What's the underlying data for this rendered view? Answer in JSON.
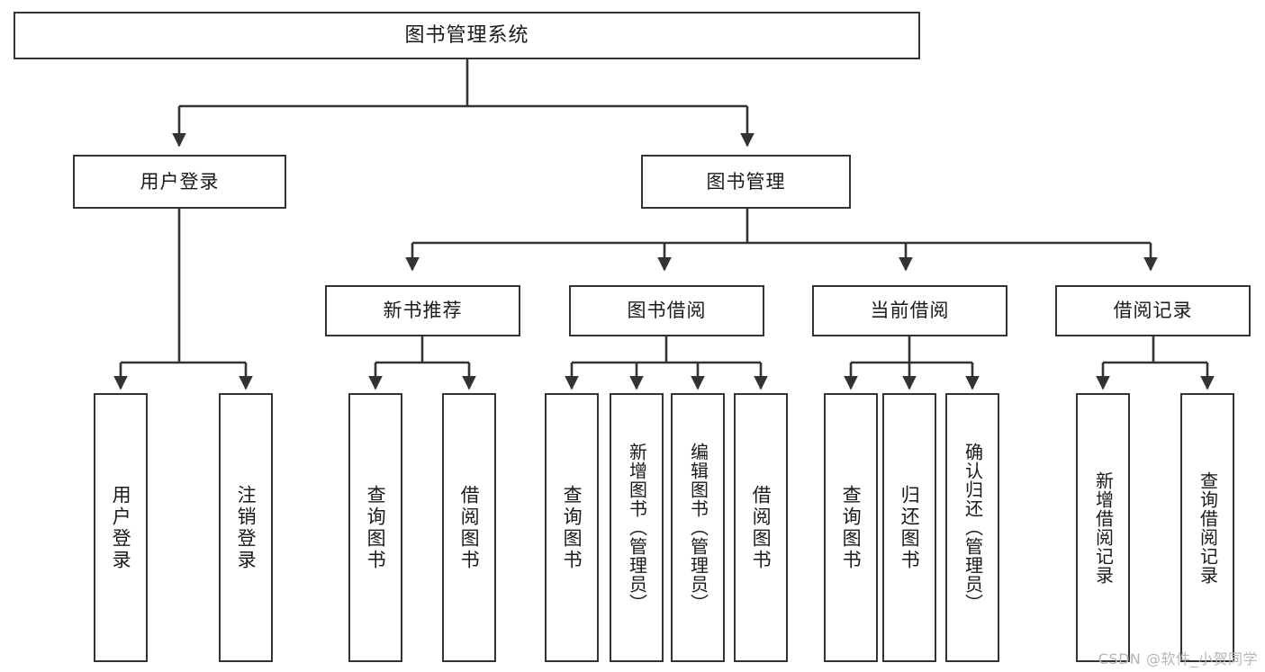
{
  "diagram": {
    "title": "图书管理系统",
    "type": "tree",
    "watermark": "CSDN @软件_小贺同学",
    "colors": {
      "stroke": "#333333",
      "fill": "#ffffff",
      "text": "#1a1a1a",
      "watermark": "#b6b6b6",
      "background": "#ffffff"
    },
    "root": {
      "label": "图书管理系统"
    },
    "level2": [
      {
        "id": "user-login",
        "label": "用户登录"
      },
      {
        "id": "book-manage",
        "label": "图书管理"
      }
    ],
    "level3": [
      {
        "id": "new-book-rec",
        "label": "新书推荐",
        "parent": "book-manage"
      },
      {
        "id": "book-borrow",
        "label": "图书借阅",
        "parent": "book-manage"
      },
      {
        "id": "current-borrow",
        "label": "当前借阅",
        "parent": "book-manage"
      },
      {
        "id": "borrow-record",
        "label": "借阅记录",
        "parent": "book-manage"
      }
    ],
    "leaves": {
      "user-login": [
        {
          "id": "leaf-user-login",
          "label": "用户登录"
        },
        {
          "id": "leaf-logout",
          "label": "注销登录"
        }
      ],
      "new-book-rec": [
        {
          "id": "leaf-query-book-1",
          "label": "查询图书"
        },
        {
          "id": "leaf-borrow-book-1",
          "label": "借阅图书"
        }
      ],
      "book-borrow": [
        {
          "id": "leaf-query-book-2",
          "label": "查询图书"
        },
        {
          "id": "leaf-add-book",
          "label": "新增图书（管理员）"
        },
        {
          "id": "leaf-edit-book",
          "label": "编辑图书（管理员）"
        },
        {
          "id": "leaf-borrow-book-2",
          "label": "借阅图书"
        }
      ],
      "current-borrow": [
        {
          "id": "leaf-query-book-3",
          "label": "查询图书"
        },
        {
          "id": "leaf-return-book",
          "label": "归还图书"
        },
        {
          "id": "leaf-confirm-return",
          "label": "确认归还（管理员）"
        }
      ],
      "borrow-record": [
        {
          "id": "leaf-add-record",
          "label": "新增借阅记录"
        },
        {
          "id": "leaf-query-record",
          "label": "查询借阅记录"
        }
      ]
    }
  }
}
